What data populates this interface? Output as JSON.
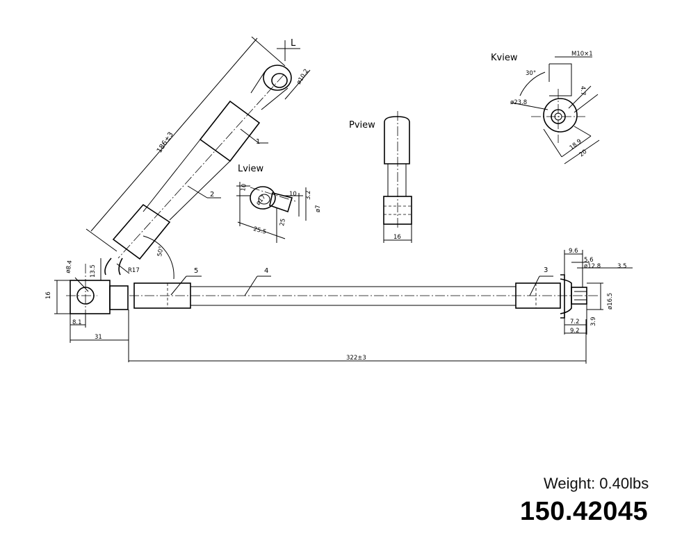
{
  "views": {
    "k": "Kview",
    "p": "Pview",
    "l": "Lview",
    "l_arrow": "L"
  },
  "part_labels": {
    "p1": "1",
    "p2": "2",
    "p3": "3",
    "p4": "4",
    "p5": "5"
  },
  "dimensions": {
    "length_diag": "186±3",
    "eye_dia": "ø10.2",
    "total_length": "322±3",
    "left_height": "16",
    "left_width": "31",
    "offset_8_1": "8.1",
    "bend_13_5": "13.5",
    "hole_dia": "ø8.4",
    "radius": "R17",
    "angle_50": "50°",
    "p_width": "16",
    "l_10a": "10",
    "l_10b": "10",
    "l_dia_17": "ø17",
    "l_3_2": "3.2",
    "l_dia_7": "ø7",
    "l_25": "25",
    "l_25_5": "25.5",
    "k_thread": "M10×1",
    "k_angle": "30°",
    "k_4_7": "4.7",
    "k_dia_23_8": "ø23.8",
    "k_18_9": "18.9",
    "k_20": "20",
    "r_9_6": "9.6",
    "r_5_6": "5.6",
    "r_dia_12_8": "ø12.8",
    "r_3_5": "3.5",
    "r_dia_16_5": "ø16.5",
    "r_7_2": "7.2",
    "r_3_9": "3.9",
    "r_9_2": "9.2"
  },
  "weight": "Weight: 0.40lbs",
  "part_number": "150.42045"
}
